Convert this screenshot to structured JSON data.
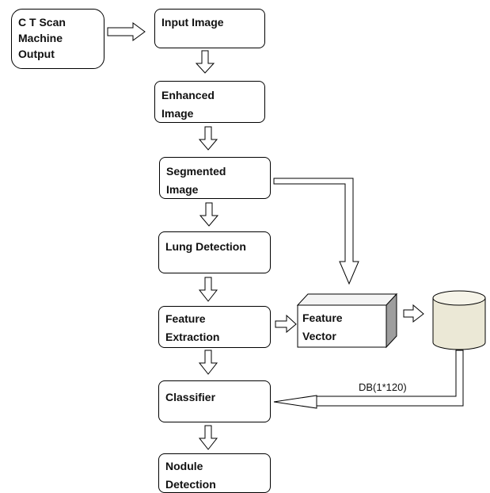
{
  "nodes": {
    "ct_scan_output": "C T Scan\nMachine\nOutput",
    "input_image": "Input Image",
    "enhanced_image": "Enhanced\nImage",
    "segmented_image": "Segmented\nImage",
    "lung_detection": "Lung Detection",
    "feature_extraction": "Feature\nExtraction",
    "feature_vector": "Feature\nVector",
    "classifier": "Classifier",
    "nodule_detection": "Nodule\nDetection"
  },
  "edges": {
    "database_label": "DB(1*120)"
  }
}
